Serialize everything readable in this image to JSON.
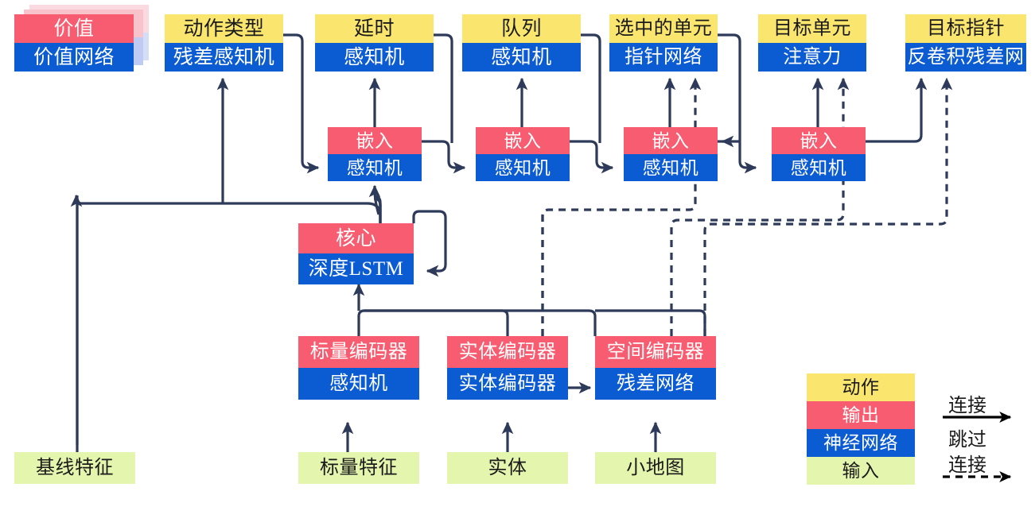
{
  "diagram": {
    "title": "",
    "colors": {
      "action": "#FAE66E",
      "output": "#F85C70",
      "network": "#0B5BD3",
      "input": "#E4F5AE",
      "edge": "#2E3A59",
      "legend_arrow": "#000000"
    },
    "heads": [
      {
        "id": "value",
        "action": "价值",
        "network": "价值网络",
        "stacked": true
      },
      {
        "id": "action_type",
        "action": "动作类型",
        "network": "残差感知机",
        "stacked": false
      },
      {
        "id": "delay",
        "action": "延时",
        "network": "感知机",
        "stacked": false
      },
      {
        "id": "queue",
        "action": "队列",
        "network": "感知机",
        "stacked": false
      },
      {
        "id": "selected",
        "action": "选中的单元",
        "network": "指针网络",
        "stacked": false
      },
      {
        "id": "target_unit",
        "action": "目标单元",
        "network": "注意力",
        "stacked": false
      },
      {
        "id": "target_ptr",
        "action": "目标指针",
        "network": "反卷积残差网",
        "stacked": false
      }
    ],
    "embeds": [
      {
        "id": "embed1",
        "output": "嵌入",
        "network": "感知机"
      },
      {
        "id": "embed2",
        "output": "嵌入",
        "network": "感知机"
      },
      {
        "id": "embed3",
        "output": "嵌入",
        "network": "感知机"
      },
      {
        "id": "embed4",
        "output": "嵌入",
        "network": "感知机"
      }
    ],
    "core": {
      "id": "core",
      "output": "核心",
      "network": "深度LSTM"
    },
    "encoders": [
      {
        "id": "scalar_encoder",
        "output": "标量编码器",
        "network": "感知机"
      },
      {
        "id": "entity_encoder",
        "output": "实体编码器",
        "network": "实体编码器"
      },
      {
        "id": "spatial_encoder",
        "output": "空间编码器",
        "network": "残差网络"
      }
    ],
    "inputs": [
      {
        "id": "baseline_features",
        "label": "基线特征"
      },
      {
        "id": "scalar_features",
        "label": "标量特征"
      },
      {
        "id": "entities",
        "label": "实体"
      },
      {
        "id": "minimap",
        "label": "小地图"
      }
    ],
    "legend": {
      "swatches": [
        {
          "id": "action",
          "label": "动作",
          "kind": "act"
        },
        {
          "id": "output",
          "label": "输出",
          "kind": "out"
        },
        {
          "id": "network",
          "label": "神经网络",
          "kind": "net"
        },
        {
          "id": "input",
          "label": "输入",
          "kind": "inp"
        }
      ],
      "connection_label": "连接",
      "skip_label_line1": "跳过",
      "skip_label_line2": "连接"
    }
  }
}
